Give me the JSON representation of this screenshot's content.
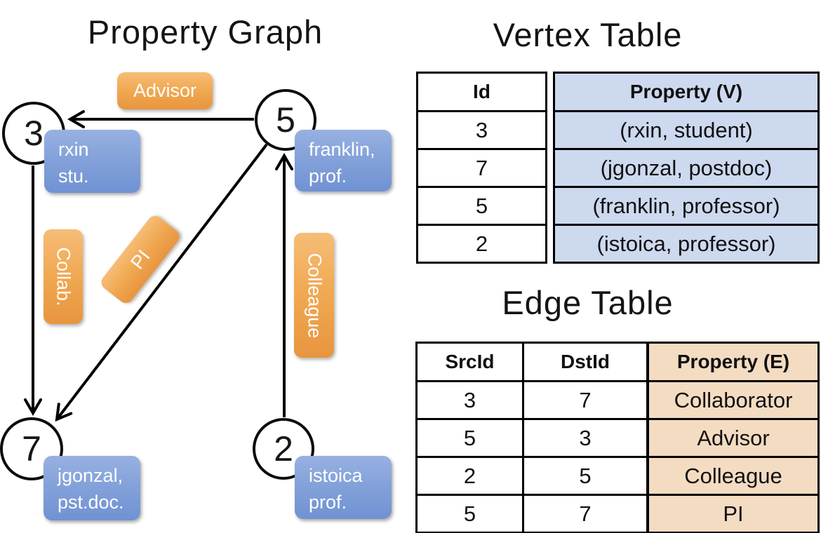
{
  "colors": {
    "edge_label_orange": "#f0a851",
    "node_box_blue": "#7d9cd8",
    "vertex_cell_blue": "#cdd9ef",
    "edge_cell_tan": "#f4dcc2",
    "line_black": "#000000"
  },
  "graph": {
    "title": "Property Graph",
    "nodes": [
      {
        "id": "3",
        "prop": [
          "rxin",
          "stu."
        ]
      },
      {
        "id": "5",
        "prop": [
          "franklin,",
          "prof."
        ]
      },
      {
        "id": "7",
        "prop": [
          "jgonzal,",
          "pst.doc."
        ]
      },
      {
        "id": "2",
        "prop": [
          "istoica",
          "prof."
        ]
      }
    ],
    "edges": [
      {
        "label": "Advisor"
      },
      {
        "label": "Collab."
      },
      {
        "label": "PI"
      },
      {
        "label": "Colleague"
      }
    ]
  },
  "vertex_table": {
    "title": "Vertex Table",
    "columns": [
      "Id",
      "Property (V)"
    ],
    "rows": [
      [
        "3",
        "(rxin, student)"
      ],
      [
        "7",
        "(jgonzal, postdoc)"
      ],
      [
        "5",
        "(franklin, professor)"
      ],
      [
        "2",
        "(istoica, professor)"
      ]
    ]
  },
  "edge_table": {
    "title": "Edge Table",
    "columns": [
      "SrcId",
      "DstId",
      "Property (E)"
    ],
    "rows": [
      [
        "3",
        "7",
        "Collaborator"
      ],
      [
        "5",
        "3",
        "Advisor"
      ],
      [
        "2",
        "5",
        "Colleague"
      ],
      [
        "5",
        "7",
        "PI"
      ]
    ]
  }
}
